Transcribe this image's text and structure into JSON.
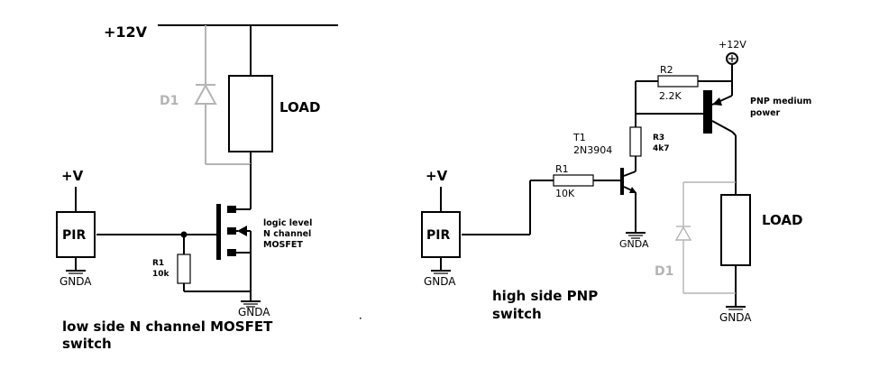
{
  "left_circuit": {
    "supply_label": "+12V",
    "diode_label": "D1",
    "load_label": "LOAD",
    "input_voltage_label": "+V",
    "sensor_label": "PIR",
    "sensor_ground_label": "GNDA",
    "resistor_label": "R1",
    "resistor_value": "10k",
    "mosfet_description": [
      "logic level",
      "N channel",
      "MOSFET"
    ],
    "ground_label": "GNDA",
    "caption": [
      "low side N channel MOSFET",
      "switch"
    ]
  },
  "right_circuit": {
    "supply_label": "+12V",
    "r2_label": "R2",
    "r2_value": "2.2K",
    "pnp_description": [
      "PNP medium",
      "power"
    ],
    "t1_label": "T1",
    "t1_part": "2N3904",
    "r3_label": "R3",
    "r3_value": "4k7",
    "r1_label": "R1",
    "r1_value": "10K",
    "t1_ground_label": "GNDA",
    "input_voltage_label": "+V",
    "sensor_label": "PIR",
    "sensor_ground_label": "GNDA",
    "load_label": "LOAD",
    "diode_label": "D1",
    "ground_label": "GNDA",
    "caption": [
      "high side PNP",
      "switch"
    ]
  },
  "colors": {
    "wire": "#000000",
    "diode_highlight": "#b4b4b4",
    "background": "#ffffff"
  }
}
